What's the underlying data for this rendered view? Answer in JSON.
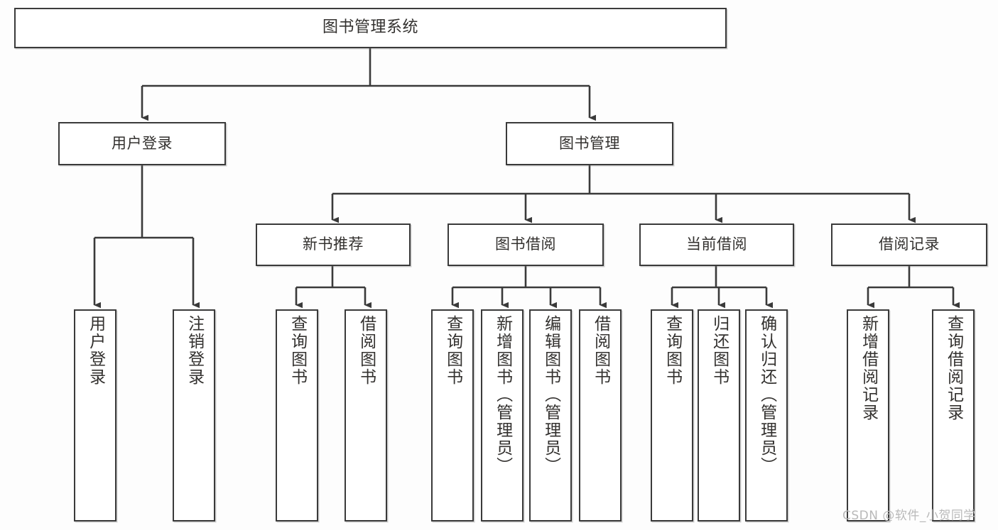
{
  "diagram": {
    "type": "hierarchy-tree",
    "title": "图书管理系统",
    "root": {
      "id": "root",
      "label": "图书管理系统"
    },
    "level2": [
      {
        "id": "user-login",
        "label": "用户登录"
      },
      {
        "id": "book-management",
        "label": "图书管理"
      }
    ],
    "level3": [
      {
        "id": "new-book-recommend",
        "label": "新书推荐",
        "parent": "book-management"
      },
      {
        "id": "book-borrow",
        "label": "图书借阅",
        "parent": "book-management"
      },
      {
        "id": "current-borrow",
        "label": "当前借阅",
        "parent": "book-management"
      },
      {
        "id": "borrow-record",
        "label": "借阅记录",
        "parent": "book-management"
      }
    ],
    "leaves": {
      "user-login": [
        {
          "id": "leaf-user-login",
          "label": "用户登录"
        },
        {
          "id": "leaf-user-logout",
          "label": "注销登录"
        }
      ],
      "new-book-recommend": [
        {
          "id": "leaf-query-book-1",
          "label": "查询图书"
        },
        {
          "id": "leaf-borrow-book-1",
          "label": "借阅图书"
        }
      ],
      "book-borrow": [
        {
          "id": "leaf-query-book-2",
          "label": "查询图书"
        },
        {
          "id": "leaf-add-book",
          "label": "新增图书（管理员）"
        },
        {
          "id": "leaf-edit-book",
          "label": "编辑图书（管理员）"
        },
        {
          "id": "leaf-borrow-book-2",
          "label": "借阅图书"
        }
      ],
      "current-borrow": [
        {
          "id": "leaf-query-book-3",
          "label": "查询图书"
        },
        {
          "id": "leaf-return-book",
          "label": "归还图书"
        },
        {
          "id": "leaf-confirm-return",
          "label": "确认归还（管理员）"
        }
      ],
      "borrow-record": [
        {
          "id": "leaf-add-record",
          "label": "新增借阅记录"
        },
        {
          "id": "leaf-query-record",
          "label": "查询借阅记录"
        }
      ]
    },
    "colors": {
      "box_border": "#3a3a3a",
      "box_fill": "#ffffff",
      "connector": "#3a3a3a",
      "text": "#33312f",
      "background": "#fdfdfd",
      "watermark": "#b9b9b9"
    }
  },
  "watermark": {
    "text": "CSDN @软件_小贺同学"
  }
}
